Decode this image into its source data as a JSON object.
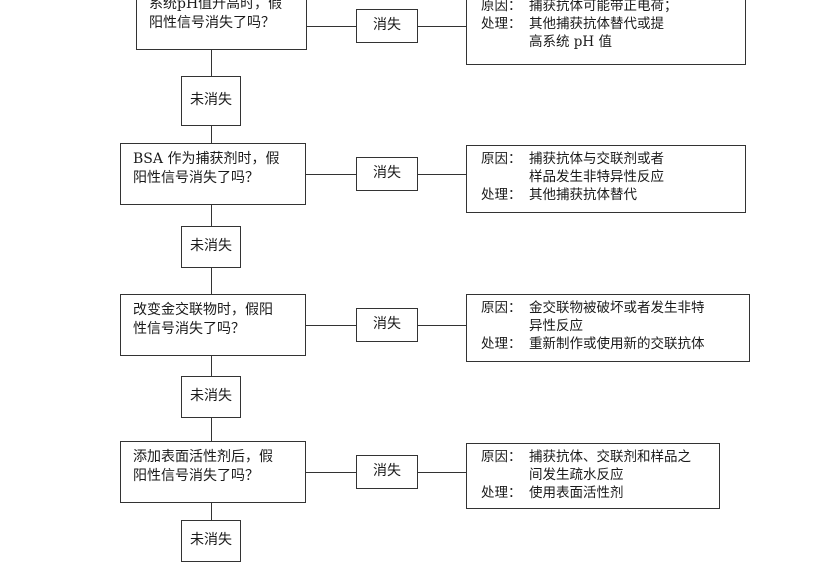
{
  "rows": [
    {
      "question": [
        "系统pH值升高时，假",
        "阳性信号消失了吗？"
      ],
      "result": "消失",
      "reason_label": "原因：",
      "reason": [
        "捕获抗体可能带正电荷；"
      ],
      "action_label": "处理：",
      "action": [
        "其他捕获抗体替代或提",
        "高系统 pH 值"
      ],
      "next": "未消失"
    },
    {
      "question": [
        "BSA 作为捕获剂时，假",
        "阳性信号消失了吗？"
      ],
      "result": "消失",
      "reason_label": "原因：",
      "reason": [
        "捕获抗体与交联剂或者",
        "样品发生非特异性反应"
      ],
      "action_label": "处理：",
      "action": [
        "其他捕获抗体替代"
      ],
      "next": "未消失"
    },
    {
      "question": [
        "改变金交联物时，假阳",
        "性信号消失了吗？"
      ],
      "result": "消失",
      "reason_label": "原因：",
      "reason": [
        "金交联物被破坏或者发生非特",
        "异性反应"
      ],
      "action_label": "处理：",
      "action": [
        "重新制作或使用新的交联抗体"
      ],
      "next": "未消失"
    },
    {
      "question": [
        "添加表面活性剂后，假",
        "阳性信号消失了吗？"
      ],
      "result": "消失",
      "reason_label": "原因：",
      "reason": [
        "捕获抗体、交联剂和样品之",
        "间发生疏水反应"
      ],
      "action_label": "处理：",
      "action": [
        "使用表面活性剂"
      ],
      "next": "未消失"
    }
  ]
}
